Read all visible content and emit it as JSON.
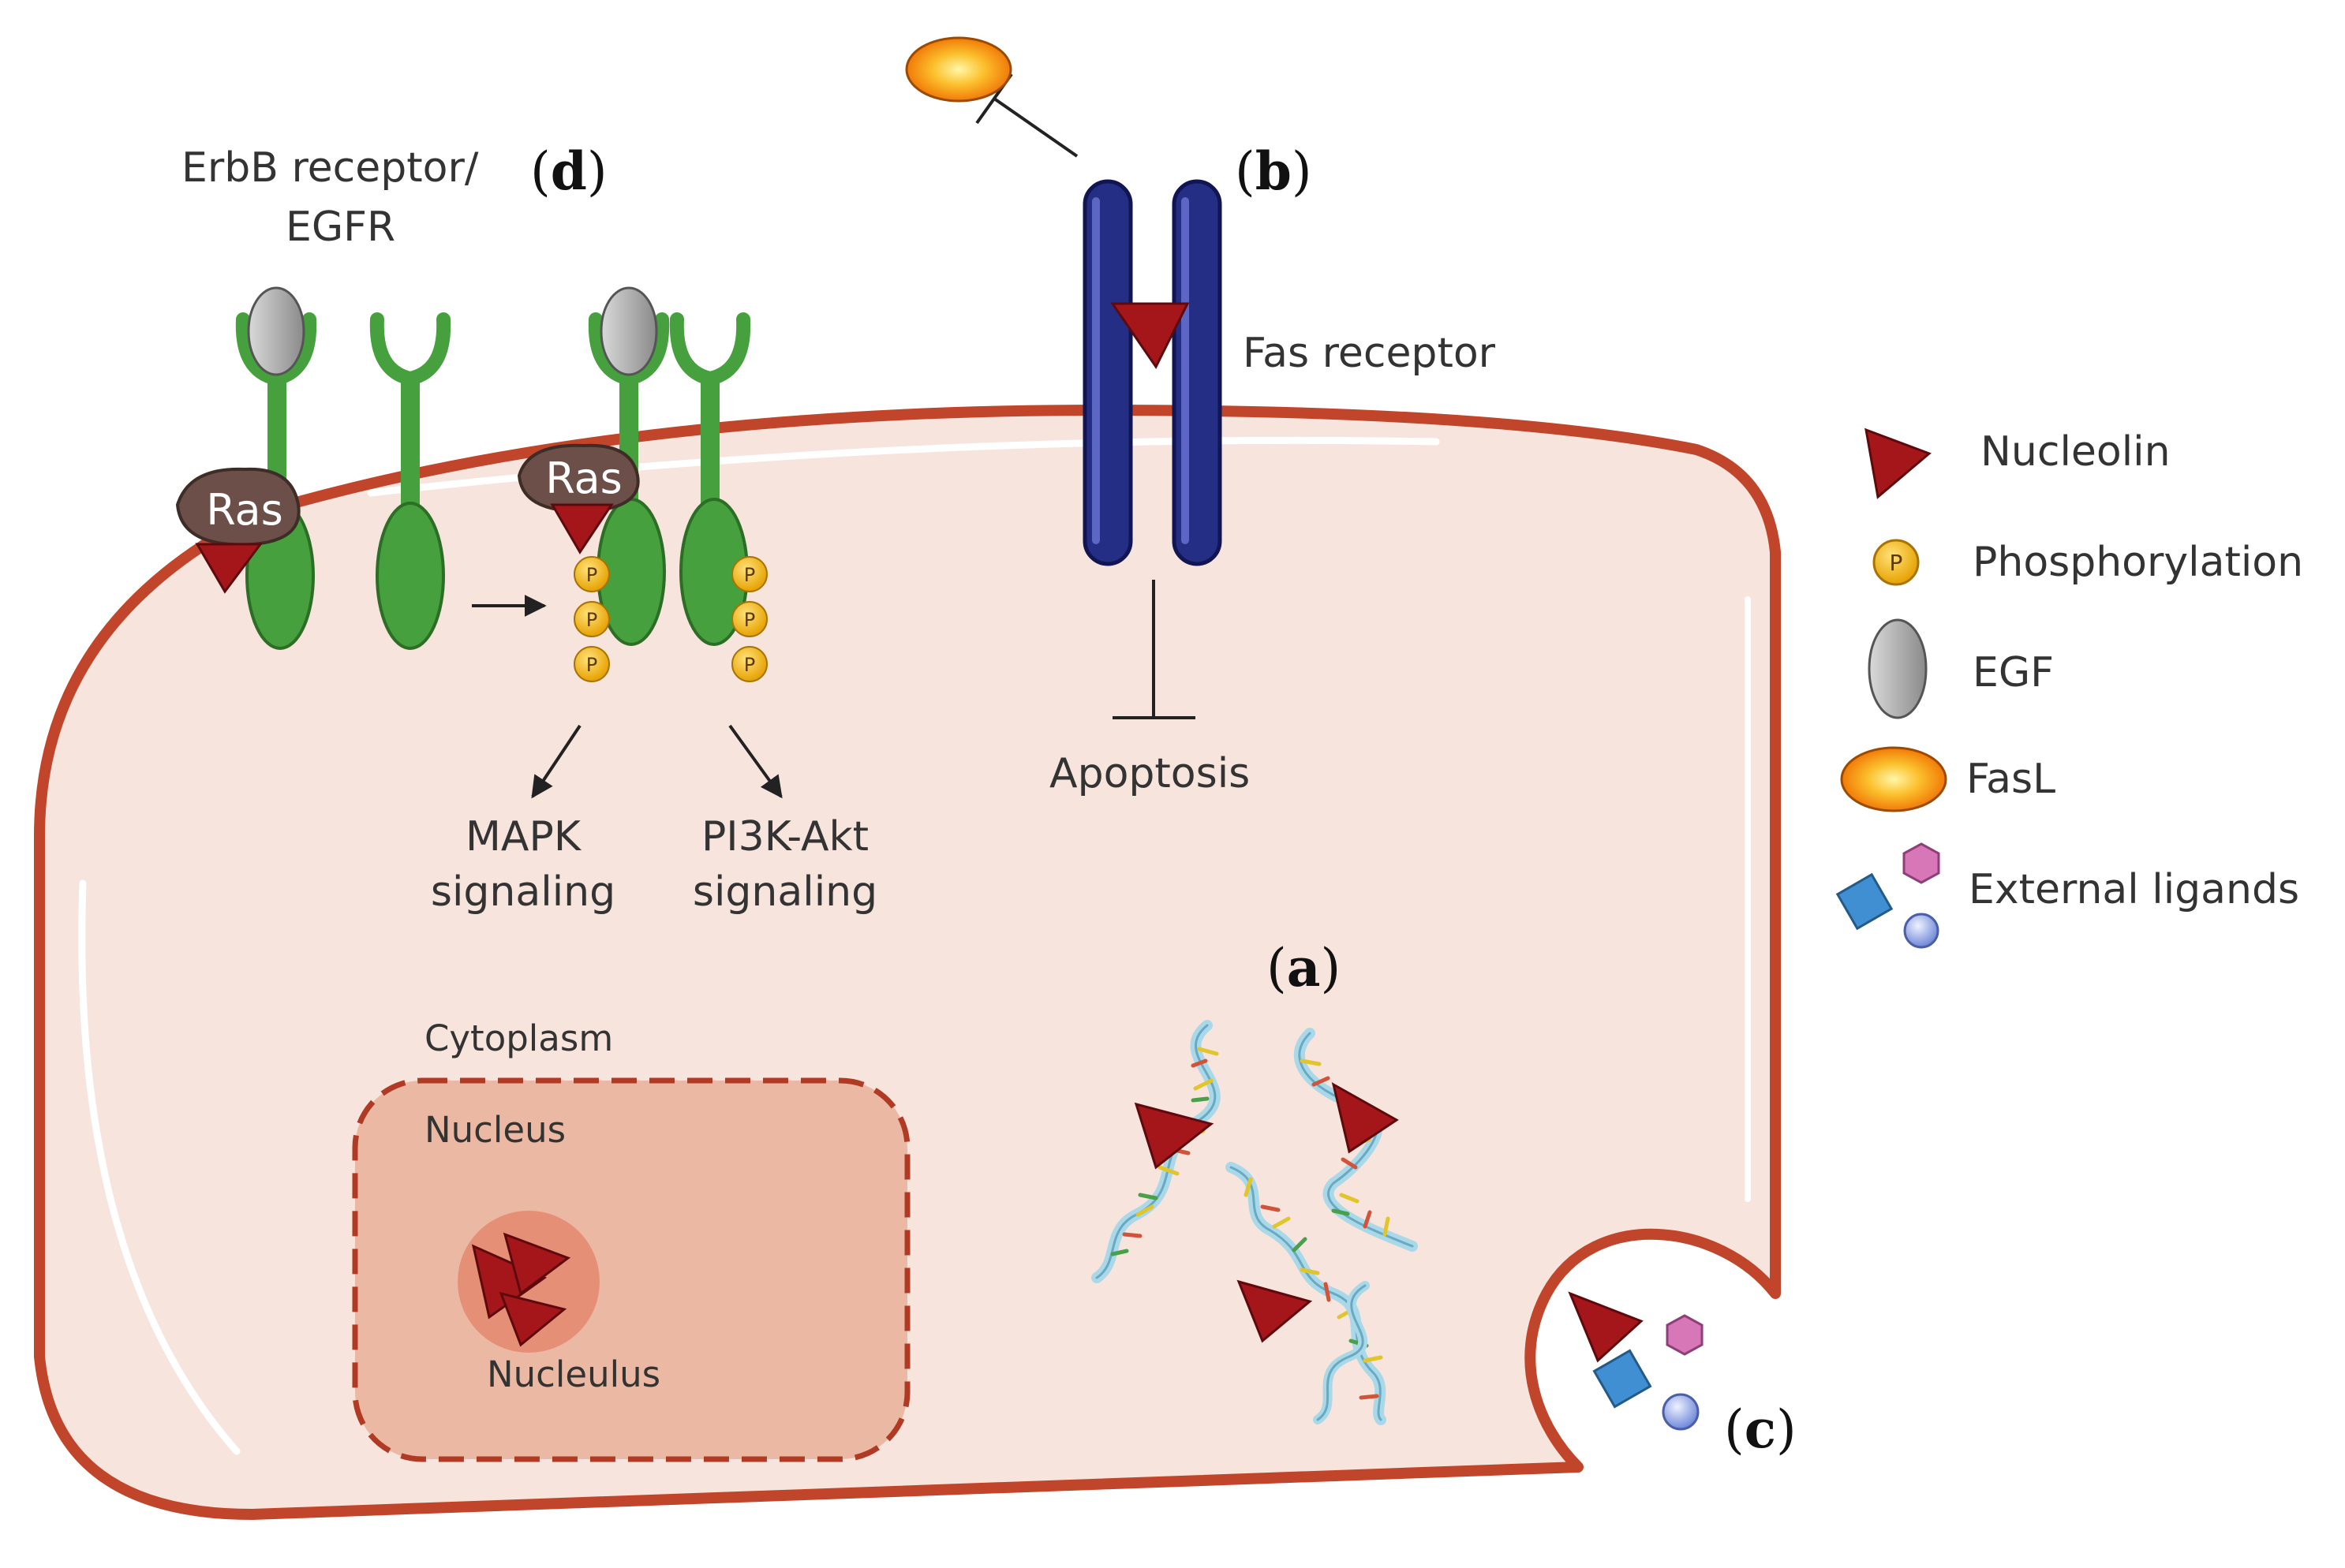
{
  "labels": {
    "erbb_line1": "ErbB receptor/",
    "erbb_line2": "EGFR",
    "fas_receptor": "Fas receptor",
    "apoptosis": "Apoptosis",
    "mapk_line1": "MAPK",
    "mapk_line2": "signaling",
    "pi3k_line1": "PI3K-Akt",
    "pi3k_line2": "signaling",
    "cytoplasm": "Cytoplasm",
    "nucleus": "Nucleus",
    "nucleulus": "Nucleulus",
    "ras": "Ras",
    "phospho": "P"
  },
  "panels": {
    "a_open": "(",
    "a_letter": "a",
    "a_close": ")",
    "b_open": "(",
    "b_letter": "b",
    "b_close": ")",
    "c_open": "(",
    "c_letter": "c",
    "c_close": ")",
    "d_open": "(",
    "d_letter": "d",
    "d_close": ")"
  },
  "legend": {
    "nucleolin": "Nucleolin",
    "phosphorylation": "Phosphorylation",
    "egf": "EGF",
    "fasl": "FasL",
    "external_ligands": "External ligands",
    "phospho_symbol": "P"
  },
  "colors": {
    "membrane": "#c0452a",
    "cytoplasm": "#f6e4dd",
    "nucleus": "#ebb9a3",
    "nucleolus": "#e58f77",
    "nucleolin": "#a5161b",
    "erbb_receptor": "#46a03d",
    "fas_receptor": "#232e84",
    "egf": "#a6a6a6",
    "ras": "#6b4f48",
    "phosphate": "#f2b20d",
    "fasl": "#f7931e",
    "ligand_square": "#3f8fd2",
    "ligand_hexagon": "#d777b7",
    "ligand_sphere": "#7e96e2"
  }
}
